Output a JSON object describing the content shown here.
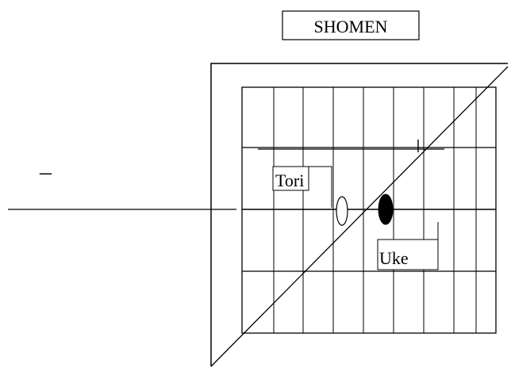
{
  "header_label": "SHOMEN",
  "left_mark": "–",
  "tori_label": "Tori",
  "uke_label": "Uke",
  "colors": {
    "ink": "#000000",
    "paper": "#ffffff"
  }
}
